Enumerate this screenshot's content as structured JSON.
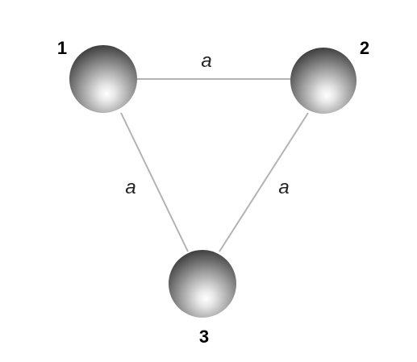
{
  "nodes": [
    {
      "id": "1",
      "label": "1"
    },
    {
      "id": "2",
      "label": "2"
    },
    {
      "id": "3",
      "label": "3"
    }
  ],
  "edges": [
    {
      "from": "1",
      "to": "2",
      "label": "a"
    },
    {
      "from": "1",
      "to": "3",
      "label": "a"
    },
    {
      "from": "2",
      "to": "3",
      "label": "a"
    }
  ],
  "colors": {
    "edge": "#b3b3b3",
    "sphere_highlight": "#ffffff",
    "sphere_mid": "#9a9a9a",
    "sphere_dark": "#3a3a3a"
  }
}
